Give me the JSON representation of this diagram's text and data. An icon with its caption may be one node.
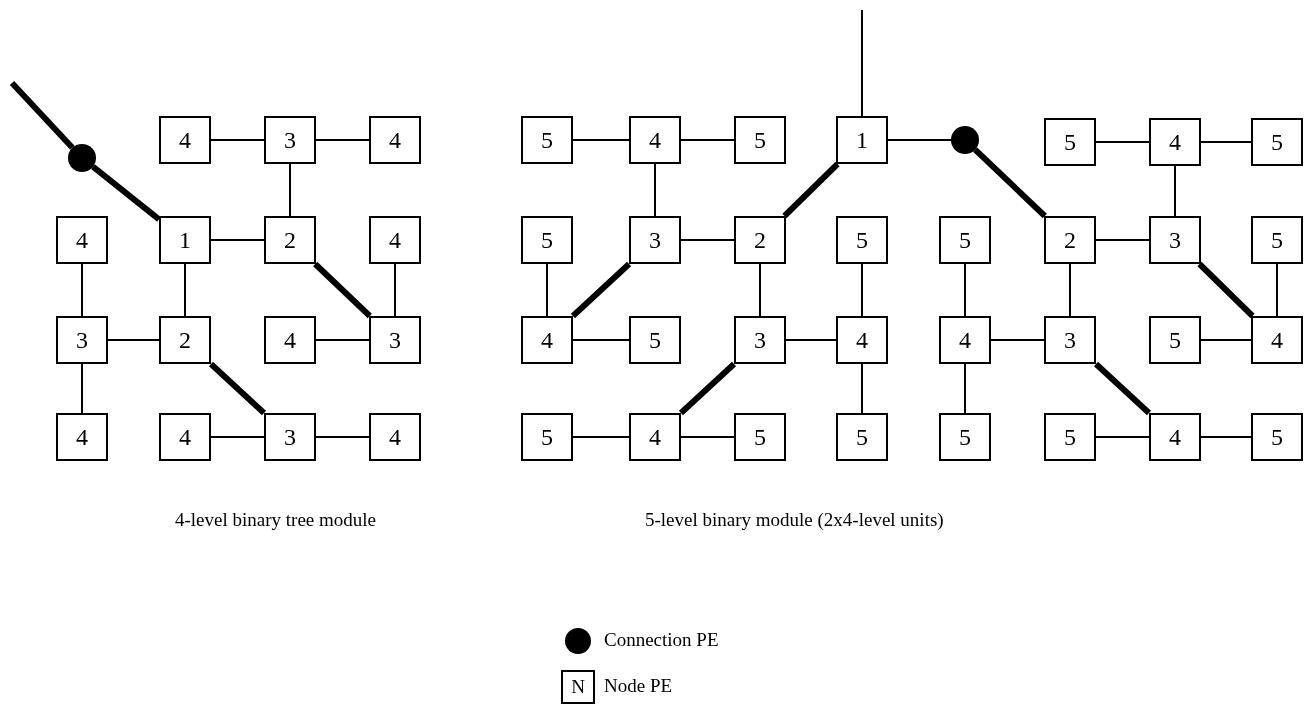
{
  "diagram": {
    "nodes": [
      {
        "text": [],
        "shape": "circle"
      },
      {
        "text": [
          "4"
        ]
      },
      {
        "text": [
          "3"
        ]
      },
      {
        "text": [
          "4"
        ]
      },
      {
        "text": [
          "4"
        ]
      },
      {
        "text": [
          "1"
        ]
      },
      {
        "text": [
          "2"
        ]
      },
      {
        "text": [
          "4"
        ]
      },
      {
        "text": [
          "3"
        ]
      },
      {
        "text": [
          "2"
        ]
      },
      {
        "text": [
          "4"
        ]
      },
      {
        "text": [
          "3"
        ]
      },
      {
        "text": [
          "4"
        ]
      },
      {
        "text": [
          "4"
        ]
      },
      {
        "text": [
          "3"
        ]
      },
      {
        "text": [
          "4"
        ]
      },
      {
        "text": [
          "5"
        ]
      },
      {
        "text": [
          "4"
        ]
      },
      {
        "text": [
          "5"
        ]
      },
      {
        "text": [
          "1"
        ]
      },
      {
        "text": [],
        "shape": "circle"
      },
      {
        "text": [
          "5"
        ]
      },
      {
        "text": [
          "4"
        ]
      },
      {
        "text": [
          "5"
        ]
      },
      {
        "text": [
          "5"
        ]
      },
      {
        "text": [
          "3"
        ]
      },
      {
        "text": [
          "2"
        ]
      },
      {
        "text": [
          "5"
        ]
      },
      {
        "text": [
          "5"
        ]
      },
      {
        "text": [
          "2"
        ]
      },
      {
        "text": [
          "3"
        ]
      },
      {
        "text": [
          "5"
        ]
      },
      {
        "text": [
          "4"
        ]
      },
      {
        "text": [
          "5"
        ]
      },
      {
        "text": [
          "3"
        ]
      },
      {
        "text": [
          "4"
        ]
      },
      {
        "text": [
          "4"
        ]
      },
      {
        "text": [
          "3"
        ]
      },
      {
        "text": [
          "5"
        ]
      },
      {
        "text": [
          "4"
        ]
      },
      {
        "text": [
          "5"
        ]
      },
      {
        "text": [
          "4"
        ]
      },
      {
        "text": [
          "5"
        ]
      },
      {
        "text": [
          "5"
        ]
      },
      {
        "text": [
          "5"
        ]
      },
      {
        "text": [
          "5"
        ]
      },
      {
        "text": [
          "4"
        ]
      },
      {
        "text": [
          "5"
        ]
      }
    ],
    "edges": [
      {
        "from": null,
        "to": 0,
        "arrow": "none",
        "style": "thick"
      },
      {
        "from": 0,
        "to": 5,
        "arrow": "none",
        "style": "thick"
      },
      {
        "from": 1,
        "to": 2,
        "arrow": "none"
      },
      {
        "from": 2,
        "to": 3,
        "arrow": "none"
      },
      {
        "from": 2,
        "to": 6,
        "arrow": "none"
      },
      {
        "from": 5,
        "to": 6,
        "arrow": "none"
      },
      {
        "from": 6,
        "to": 11,
        "arrow": "none",
        "style": "thick"
      },
      {
        "from": 7,
        "to": 11,
        "arrow": "none"
      },
      {
        "from": 10,
        "to": 11,
        "arrow": "none"
      },
      {
        "from": 5,
        "to": 9,
        "arrow": "none"
      },
      {
        "from": 4,
        "to": 8,
        "arrow": "none"
      },
      {
        "from": 8,
        "to": 9,
        "arrow": "none"
      },
      {
        "from": 8,
        "to": 12,
        "arrow": "none"
      },
      {
        "from": 9,
        "to": 14,
        "arrow": "none",
        "style": "thick"
      },
      {
        "from": 13,
        "to": 14,
        "arrow": "none"
      },
      {
        "from": 14,
        "to": 15,
        "arrow": "none"
      },
      {
        "from": null,
        "to": 19,
        "arrow": "none"
      },
      {
        "from": 19,
        "to": 20,
        "arrow": "none"
      },
      {
        "from": 20,
        "to": 29,
        "arrow": "none",
        "style": "thick"
      },
      {
        "from": 19,
        "to": 26,
        "arrow": "none",
        "style": "thick"
      },
      {
        "from": 16,
        "to": 17,
        "arrow": "none"
      },
      {
        "from": 17,
        "to": 18,
        "arrow": "none"
      },
      {
        "from": 17,
        "to": 25,
        "arrow": "none"
      },
      {
        "from": 25,
        "to": 26,
        "arrow": "none"
      },
      {
        "from": 25,
        "to": 32,
        "arrow": "none",
        "style": "thick"
      },
      {
        "from": 24,
        "to": 32,
        "arrow": "none"
      },
      {
        "from": 32,
        "to": 33,
        "arrow": "none"
      },
      {
        "from": 26,
        "to": 34,
        "arrow": "none"
      },
      {
        "from": 34,
        "to": 35,
        "arrow": "none"
      },
      {
        "from": 34,
        "to": 41,
        "arrow": "none",
        "style": "thick"
      },
      {
        "from": 40,
        "to": 41,
        "arrow": "none"
      },
      {
        "from": 41,
        "to": 42,
        "arrow": "none"
      },
      {
        "from": 27,
        "to": 35,
        "arrow": "none"
      },
      {
        "from": 35,
        "to": 43,
        "arrow": "none"
      },
      {
        "from": 21,
        "to": 22,
        "arrow": "none"
      },
      {
        "from": 22,
        "to": 23,
        "arrow": "none"
      },
      {
        "from": 22,
        "to": 30,
        "arrow": "none"
      },
      {
        "from": 29,
        "to": 30,
        "arrow": "none"
      },
      {
        "from": 30,
        "to": 39,
        "arrow": "none",
        "style": "thick"
      },
      {
        "from": 31,
        "to": 39,
        "arrow": "none"
      },
      {
        "from": 38,
        "to": 39,
        "arrow": "none"
      },
      {
        "from": 29,
        "to": 37,
        "arrow": "none"
      },
      {
        "from": 36,
        "to": 37,
        "arrow": "none"
      },
      {
        "from": 37,
        "to": 46,
        "arrow": "none",
        "style": "thick"
      },
      {
        "from": 45,
        "to": 46,
        "arrow": "none"
      },
      {
        "from": 46,
        "to": 47,
        "arrow": "none"
      },
      {
        "from": 28,
        "to": 36,
        "arrow": "none"
      },
      {
        "from": 36,
        "to": 44,
        "arrow": "none"
      }
    ],
    "labels": [
      "4-level binary tree module",
      "5-level binary module (2x4-level units)",
      "N"
    ],
    "legend": [
      {
        "text": "Connection PE"
      },
      {
        "text": "Node PE"
      }
    ]
  }
}
